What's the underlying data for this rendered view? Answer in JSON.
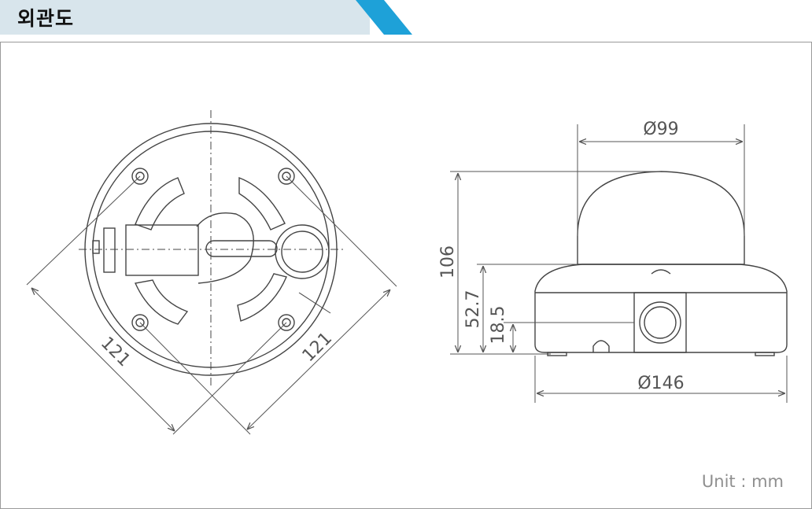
{
  "header": {
    "title": "외관도"
  },
  "colors": {
    "header_bg": "#d8e5ec",
    "header_accent": "#1ea1d8",
    "dim_line": "#555555",
    "outline": "#444444"
  },
  "dimensions": {
    "dome_diameter": "Ø99",
    "base_diameter": "Ø146",
    "total_height": "106",
    "body_height": "52.7",
    "port_height": "18.5",
    "mount_spacing_a": "121",
    "mount_spacing_b": "121"
  },
  "unit_label": "Unit : mm"
}
